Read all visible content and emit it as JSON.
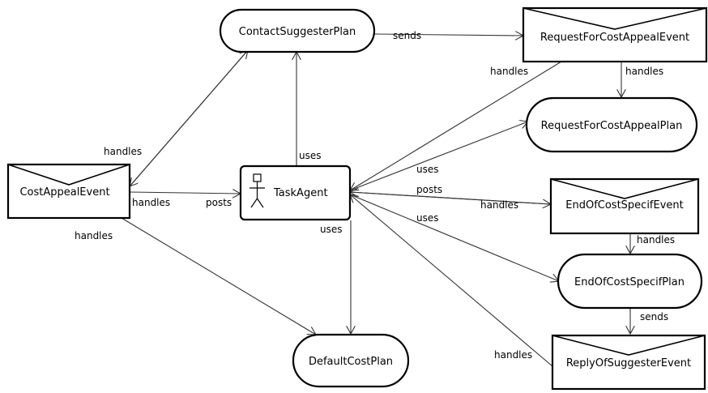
{
  "nodes": {
    "contact_suggester_plan": "ContactSuggesterPlan",
    "request_for_cost_appeal_event": "RequestForCostAppealEvent",
    "request_for_cost_appeal_plan": "RequestForCostAppealPlan",
    "cost_appeal_event": "CostAppealEvent",
    "task_agent": "TaskAgent",
    "end_of_cost_specif_event": "EndOfCostSpecifEvent",
    "end_of_cost_specif_plan": "EndOfCostSpecifPlan",
    "default_cost_plan": "DefaultCostPlan",
    "reply_of_suggester_event": "ReplyOfSuggesterEvent"
  },
  "edge_labels": {
    "sends": "sends",
    "handles": "handles",
    "uses": "uses",
    "posts": "posts"
  }
}
